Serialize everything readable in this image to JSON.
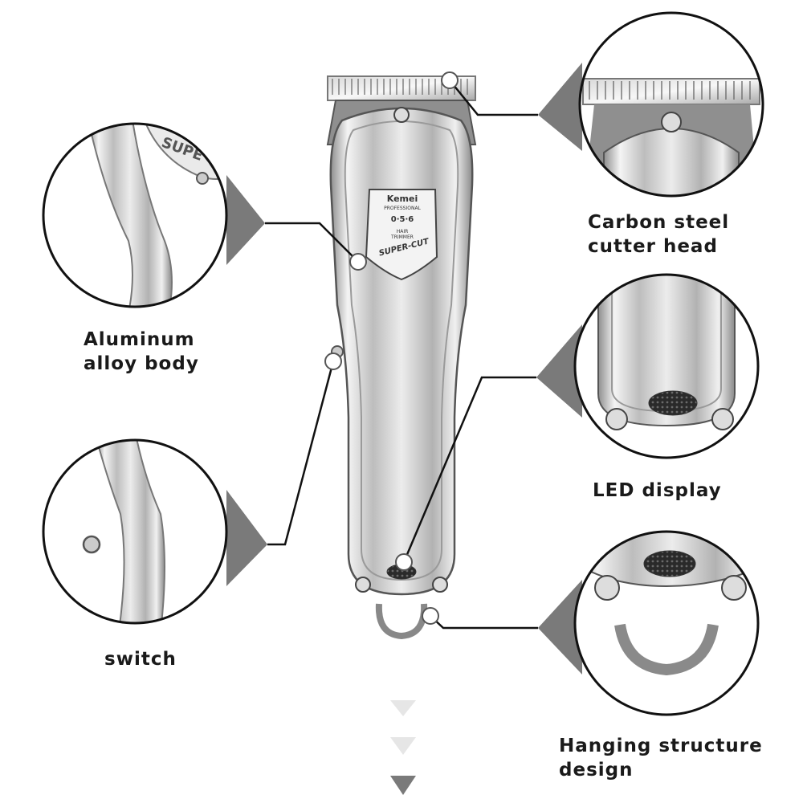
{
  "labels": {
    "aluminum": [
      "Aluminum",
      "alloy body"
    ],
    "carbon": [
      "Carbon steel",
      "cutter head"
    ],
    "led": [
      "LED display"
    ],
    "switch": [
      "switch"
    ],
    "hanging": [
      "Hanging structure",
      "design"
    ]
  },
  "badge": {
    "brand": "Kemei",
    "line": "PROFESSIONAL",
    "model": [
      "0",
      "5",
      "6"
    ],
    "type": [
      "HAIR",
      "TRIMMER"
    ],
    "name": "SUPER-CUT"
  },
  "icons": [
    "callout-dot-icon",
    "screw-icon",
    "down-arrow-icon",
    "led-grille-icon",
    "hanging-ring-icon"
  ],
  "colors": {
    "line": "#111111",
    "pointer": "#7a7a7a",
    "metal": "#c9c9c9",
    "arrow_light": "#e6e6e6",
    "arrow_dark": "#7a7a7a"
  }
}
